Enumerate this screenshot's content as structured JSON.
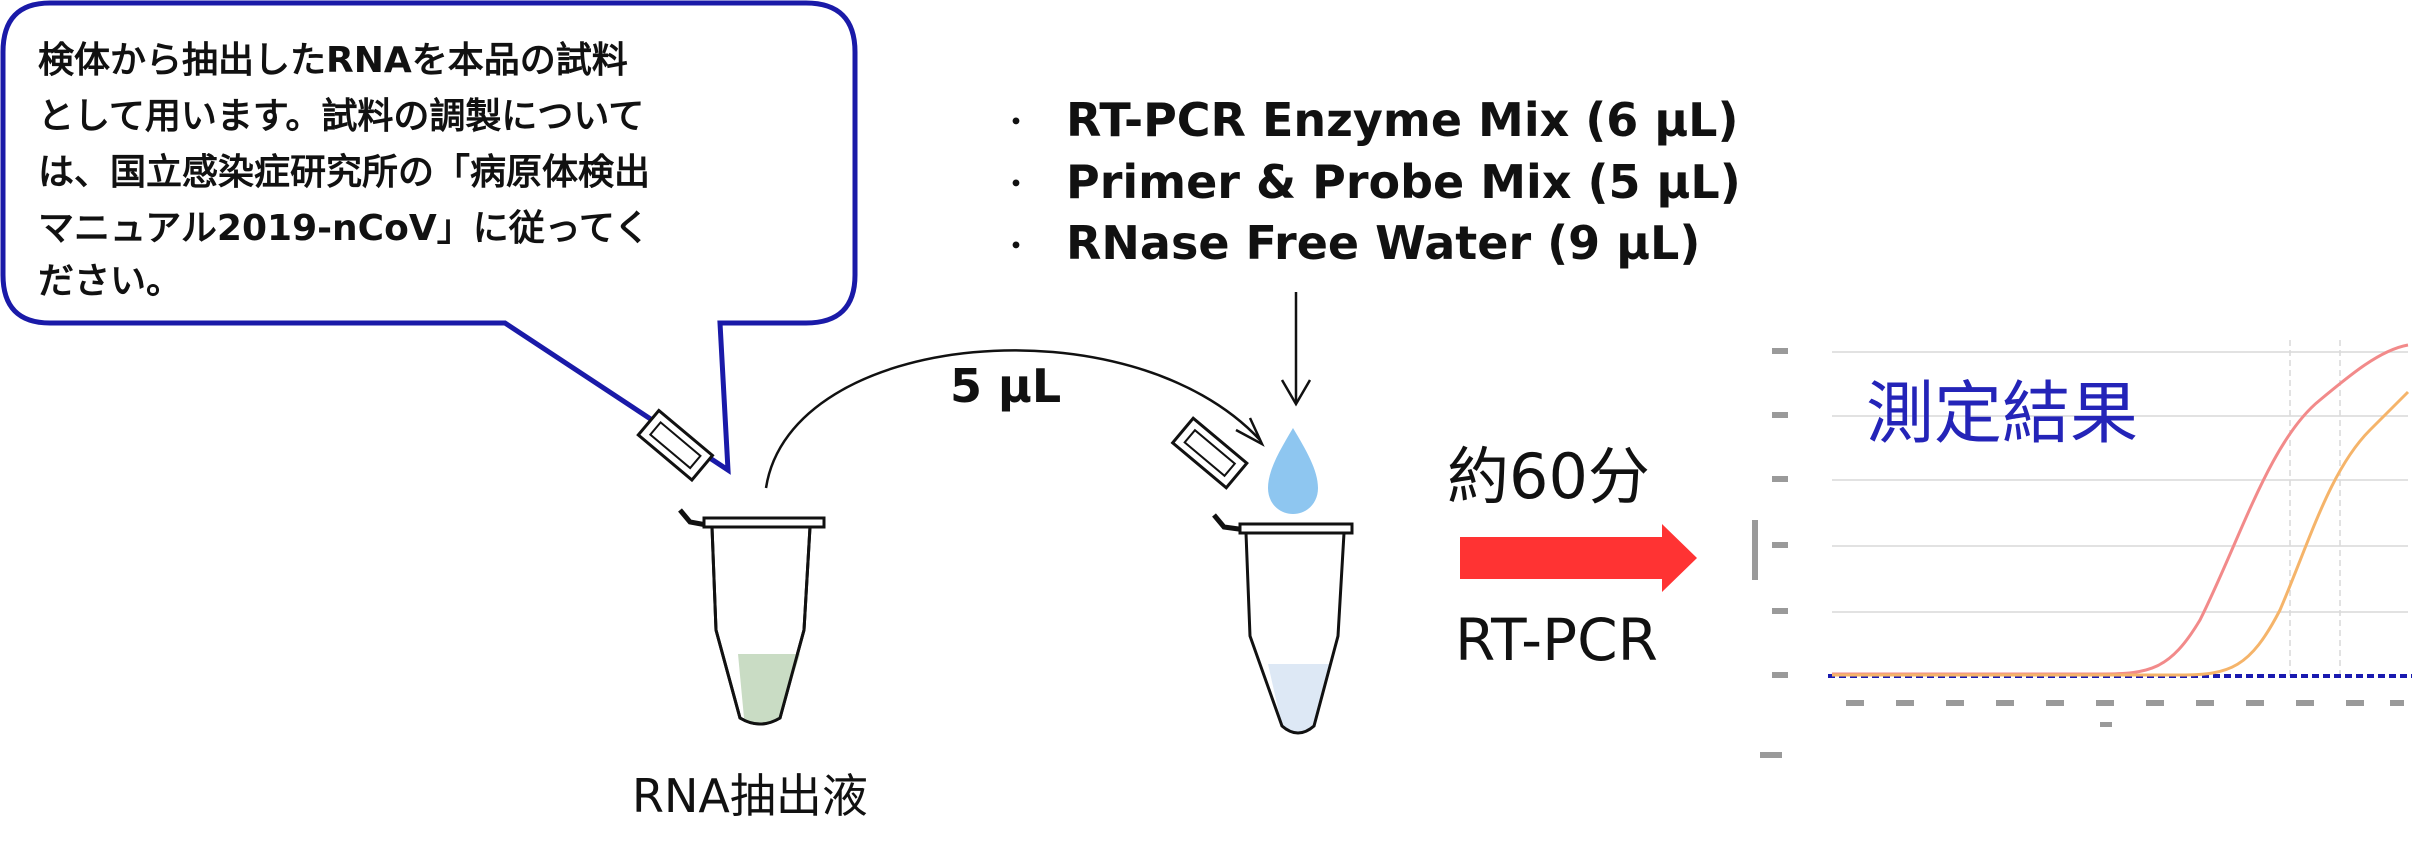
{
  "callout": {
    "lines": [
      "検体から抽出したRNAを本品の試料",
      "として用います。試料の調製について",
      "は、国立感染症研究所の「病原体検出",
      "マニュアル2019-nCoV」に従ってく",
      "ださい。"
    ],
    "border_color": "#1a1aa8"
  },
  "reagents": {
    "bullet": "・",
    "items": [
      "RT-PCR Enzyme Mix (6 µL)",
      "Primer & Probe Mix (5 µL)",
      "RNase Free Water (9 µL)"
    ]
  },
  "transfer_label": "5 µL",
  "tube1_label": "RNA抽出液",
  "time_label": "約60分",
  "method_label": "RT-PCR",
  "result_title": "測定結果",
  "colors": {
    "accent_arrow": "#ff3333",
    "result_title": "#2424b8",
    "drop": "#8ec6f0",
    "rna_liquid": "#c9dcc4",
    "mix_liquid": "#dde8f5",
    "curve_1": "#f28a8a",
    "curve_2": "#f5b46a",
    "baseline": "#1a1ab0"
  },
  "icons": [
    "pipette-drop-icon",
    "microtube-icon",
    "arrow-right-icon"
  ]
}
